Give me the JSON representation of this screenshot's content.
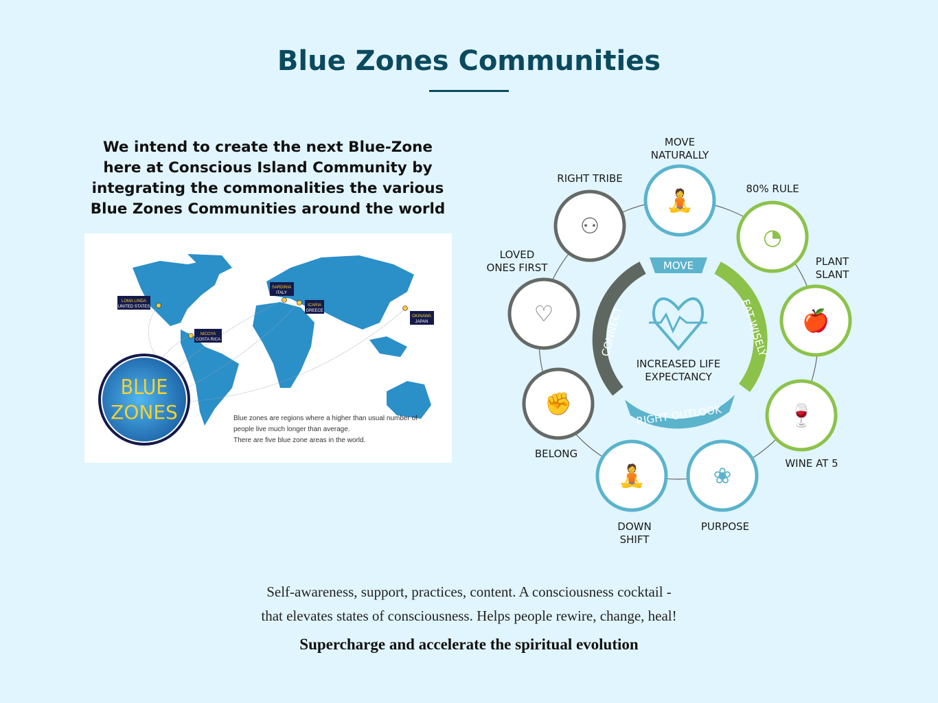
{
  "header": {
    "title": "Blue Zones Communities"
  },
  "intro": {
    "lines": [
      "We intend to create the next Blue-Zone",
      "here at Conscious Island Community by",
      "integrating the commonalities the various",
      "Blue Zones Communities around the world"
    ]
  },
  "map": {
    "badge": [
      "BLUE",
      "ZONES"
    ],
    "locations": [
      {
        "name": "LOMA LINDA",
        "country": "UNITED STATES"
      },
      {
        "name": "NICOYA",
        "country": "COSTA RICA"
      },
      {
        "name": "SARDINIA",
        "country": "ITALY"
      },
      {
        "name": "ICARIA",
        "country": "GREECE"
      },
      {
        "name": "OKINAWA",
        "country": "JAPAN"
      }
    ],
    "caption": [
      "Blue zones are regions where a higher than usual number of",
      "people live much longer than average.",
      "There are five blue zone areas in the world."
    ],
    "colors": {
      "land": "#2b8fc8",
      "badge": "#1d6fb5",
      "badge_text": "#f5d130",
      "tag": "#141a4a"
    }
  },
  "diagram": {
    "center": [
      "INCREASED LIFE",
      "EXPECTANCY"
    ],
    "arcs": {
      "move": "MOVE",
      "eat": "EAT WISELY",
      "outlook": "RIGHT OUTLOOK",
      "connect": "CONNECT"
    },
    "items": [
      {
        "label": [
          "MOVE",
          "NATURALLY"
        ],
        "icon": "yoga-stretch-icon",
        "color": "#5bb3cc"
      },
      {
        "label": [
          "80% RULE"
        ],
        "icon": "pie-slice-icon",
        "color": "#8cc24a"
      },
      {
        "label": [
          "PLANT",
          "SLANT"
        ],
        "icon": "juice-apple-icon",
        "color": "#8cc24a"
      },
      {
        "label": [
          "WINE AT 5"
        ],
        "icon": "wine-grapes-icon",
        "color": "#8cc24a"
      },
      {
        "label": [
          "PURPOSE"
        ],
        "icon": "lotus-icon",
        "color": "#5bb3cc"
      },
      {
        "label": [
          "DOWN",
          "SHIFT"
        ],
        "icon": "meditation-icon",
        "color": "#5bb3cc"
      },
      {
        "label": [
          "BELONG"
        ],
        "icon": "fist-bump-icon",
        "color": "#666a66"
      },
      {
        "label": [
          "LOVED",
          "ONES FIRST"
        ],
        "icon": "heart-hands-icon",
        "color": "#666a66"
      },
      {
        "label": [
          "RIGHT TRIBE"
        ],
        "icon": "group-circle-icon",
        "color": "#666a66"
      }
    ],
    "colors": {
      "blue": "#5bb3cc",
      "green": "#8cc24a",
      "gray": "#5f6860"
    }
  },
  "footer": {
    "line1": "Self-awareness, support, practices, content. A consciousness cocktail -",
    "line2": "that elevates states of consciousness. Helps people rewire, change, heal!",
    "tagline": "Supercharge and accelerate the spiritual evolution"
  }
}
